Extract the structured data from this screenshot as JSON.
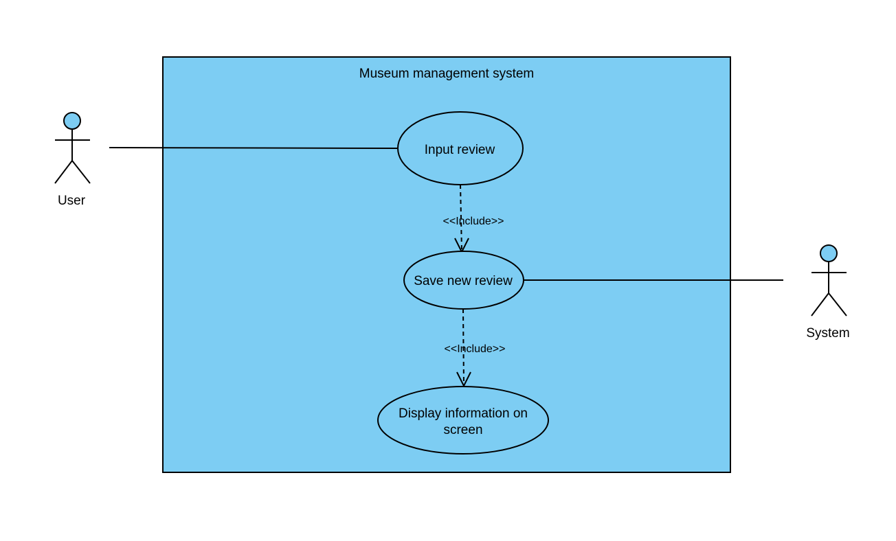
{
  "diagram": {
    "system_boundary": {
      "title": "Museum management system"
    },
    "actors": [
      {
        "id": "user",
        "label": "User"
      },
      {
        "id": "system",
        "label": "System"
      }
    ],
    "use_cases": [
      {
        "id": "input-review",
        "lines": [
          "Input review"
        ]
      },
      {
        "id": "save-new-review",
        "lines": [
          "Save new review"
        ]
      },
      {
        "id": "display-information",
        "lines": [
          "Display information on",
          "screen"
        ]
      }
    ],
    "relationships": [
      {
        "type": "association",
        "from": "user",
        "to": "input-review"
      },
      {
        "type": "association",
        "from": "system",
        "to": "save-new-review"
      },
      {
        "type": "include",
        "from": "input-review",
        "to": "save-new-review",
        "label": "<<Include>>"
      },
      {
        "type": "include",
        "from": "save-new-review",
        "to": "display-information",
        "label": "<<Include>>"
      }
    ],
    "colors": {
      "fill": "#7dcdf3",
      "stroke": "#000000",
      "background": "#ffffff"
    }
  }
}
